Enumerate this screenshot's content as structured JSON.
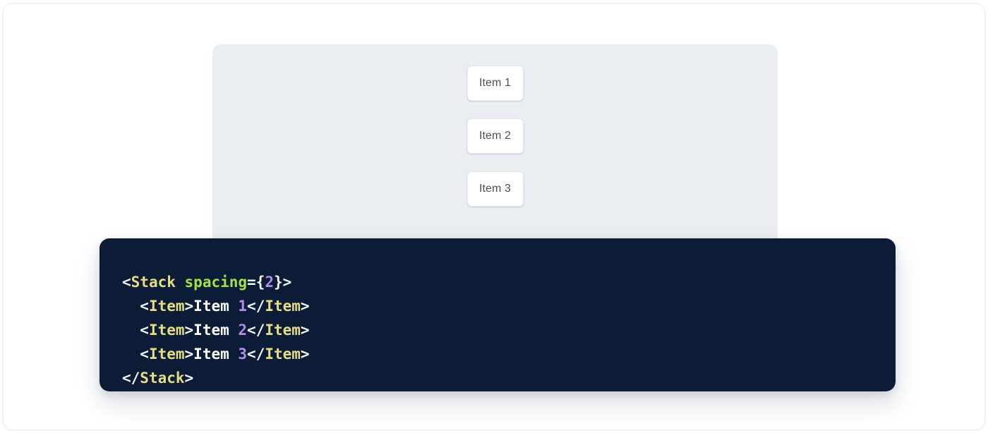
{
  "page": {
    "background": "#ffffff",
    "card_border": "#eceef1"
  },
  "preview": {
    "name": "stack-preview",
    "background": "#eaedf1",
    "items": [
      {
        "label": "Item 1"
      },
      {
        "label": "Item 2"
      },
      {
        "label": "Item 3"
      }
    ]
  },
  "code": {
    "language": "jsx",
    "background": "#0d1c36",
    "colors": {
      "tag": "#e4dd84",
      "attribute": "#a3e048",
      "number": "#b08cf0",
      "punctuation": "#f2f5fa",
      "text": "#ffffff"
    },
    "raw": "<Stack spacing={2}>\n  <Item>Item 1</Item>\n  <Item>Item 2</Item>\n  <Item>Item 3</Item>\n</Stack>",
    "lines": [
      {
        "tokens": [
          {
            "t": "punct",
            "v": "<"
          },
          {
            "t": "tag",
            "v": "Stack"
          },
          {
            "t": "punct",
            "v": " "
          },
          {
            "t": "attr",
            "v": "spacing"
          },
          {
            "t": "punct",
            "v": "={"
          },
          {
            "t": "num",
            "v": "2"
          },
          {
            "t": "punct",
            "v": "}>"
          }
        ]
      },
      {
        "tokens": [
          {
            "t": "punct",
            "v": "  <"
          },
          {
            "t": "tag",
            "v": "Item"
          },
          {
            "t": "punct",
            "v": ">"
          },
          {
            "t": "text",
            "v": "Item "
          },
          {
            "t": "num",
            "v": "1"
          },
          {
            "t": "punct",
            "v": "</"
          },
          {
            "t": "tag",
            "v": "Item"
          },
          {
            "t": "punct",
            "v": ">"
          }
        ]
      },
      {
        "tokens": [
          {
            "t": "punct",
            "v": "  <"
          },
          {
            "t": "tag",
            "v": "Item"
          },
          {
            "t": "punct",
            "v": ">"
          },
          {
            "t": "text",
            "v": "Item "
          },
          {
            "t": "num",
            "v": "2"
          },
          {
            "t": "punct",
            "v": "</"
          },
          {
            "t": "tag",
            "v": "Item"
          },
          {
            "t": "punct",
            "v": ">"
          }
        ]
      },
      {
        "tokens": [
          {
            "t": "punct",
            "v": "  <"
          },
          {
            "t": "tag",
            "v": "Item"
          },
          {
            "t": "punct",
            "v": ">"
          },
          {
            "t": "text",
            "v": "Item "
          },
          {
            "t": "num",
            "v": "3"
          },
          {
            "t": "punct",
            "v": "</"
          },
          {
            "t": "tag",
            "v": "Item"
          },
          {
            "t": "punct",
            "v": ">"
          }
        ]
      },
      {
        "tokens": [
          {
            "t": "punct",
            "v": "</"
          },
          {
            "t": "tag",
            "v": "Stack"
          },
          {
            "t": "punct",
            "v": ">"
          }
        ]
      }
    ]
  }
}
